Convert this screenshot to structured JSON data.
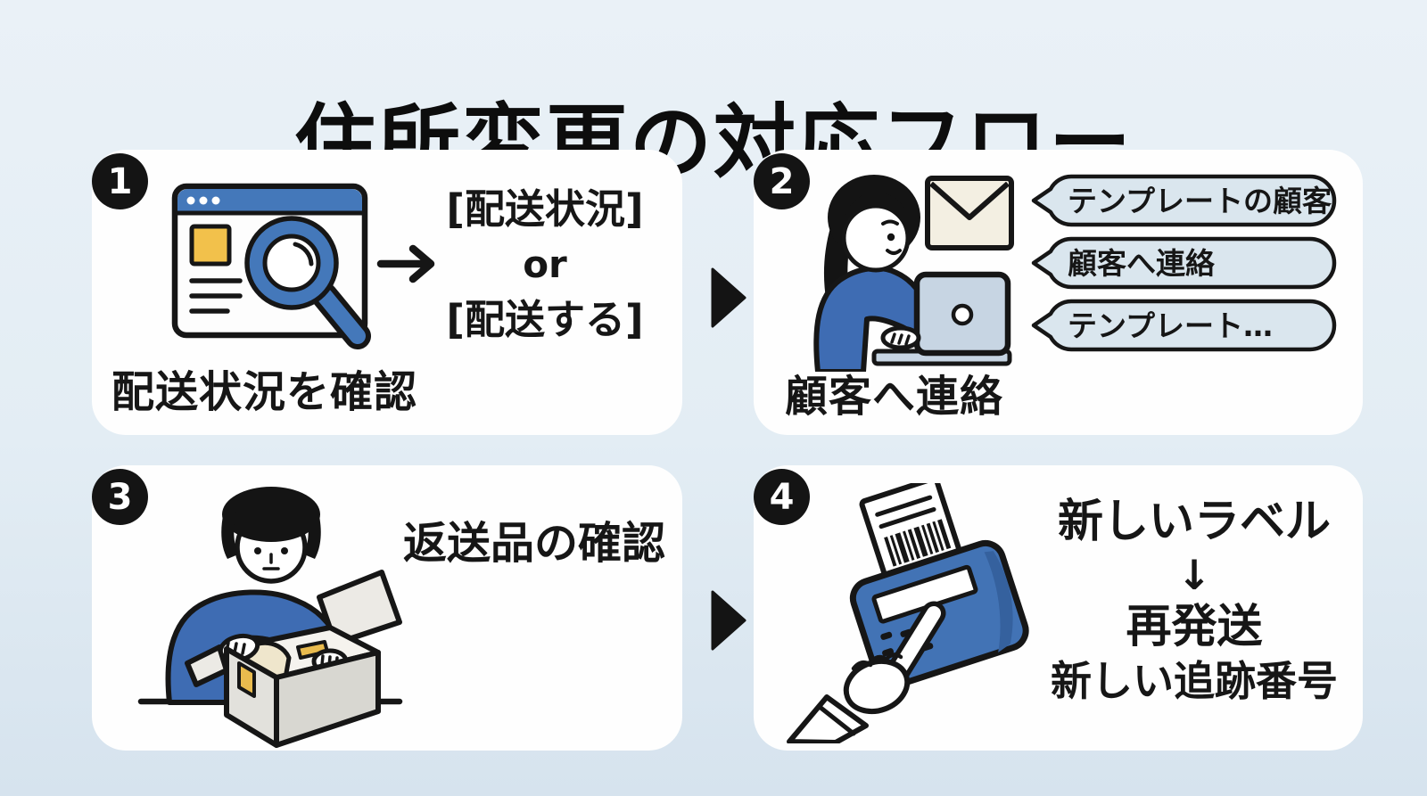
{
  "title": "住所変更の対応フロー",
  "step1": {
    "number": "1",
    "options": [
      "[配送状況]",
      "or",
      "[配送する]"
    ],
    "caption": "配送状況を確認"
  },
  "step2": {
    "number": "2",
    "bubbles": [
      "テンプレートの顧客",
      "顧客へ連絡",
      "テンプレート…"
    ],
    "caption": "顧客へ連絡"
  },
  "step3": {
    "number": "3",
    "label": "返送品の確認"
  },
  "step4": {
    "number": "4",
    "lines": [
      "新しいラベル",
      "↓",
      "再発送",
      "新しい追跡番号"
    ]
  },
  "colors": {
    "background": "#e3edf4",
    "card": "#fefefe",
    "primary_blue": "#4273b5",
    "laptop_blue": "#c7d5e3",
    "bubble_fill": "#dae6ee",
    "accent_yellow": "#f2c14b",
    "envelope_cream": "#f3efe2",
    "box_gray": "#e2e1dc",
    "ink": "#161616"
  },
  "icons": {
    "step1": "browser-search-icon",
    "step2": "woman-typing-email-icon",
    "step3": "man-unpacking-box-icon",
    "step4": "label-printer-icon"
  }
}
